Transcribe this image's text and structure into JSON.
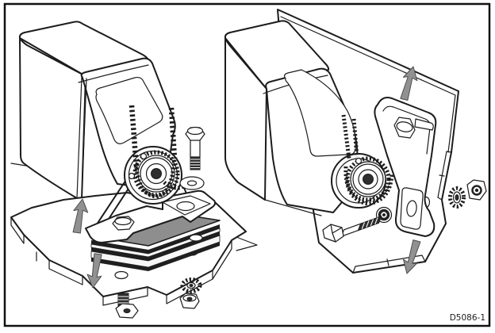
{
  "figure": {
    "code": "D5086-1",
    "title": "Drive unit mounting and vertical adjustment diagram",
    "views": [
      {
        "id": "left",
        "mounting": "horizontal base with shim packing plates",
        "adjustment_arrows": [
          "up",
          "down"
        ]
      },
      {
        "id": "right",
        "mounting": "vertical bulkhead bracket with slotted holes",
        "adjustment_arrows": [
          "up",
          "down"
        ]
      }
    ]
  },
  "icons": {
    "up_arrow": "arrow-up",
    "down_arrow": "arrow-down"
  },
  "colors": {
    "line": "#1c1c1c",
    "frame": "#111111",
    "background": "#ffffff",
    "arrow_fill": "#919191",
    "arrow_edge": "#4f4f4f",
    "shim_top": "#8e8e8e",
    "shim_dark": "#1f1f1f",
    "shim_light": "#f7f7f7"
  }
}
